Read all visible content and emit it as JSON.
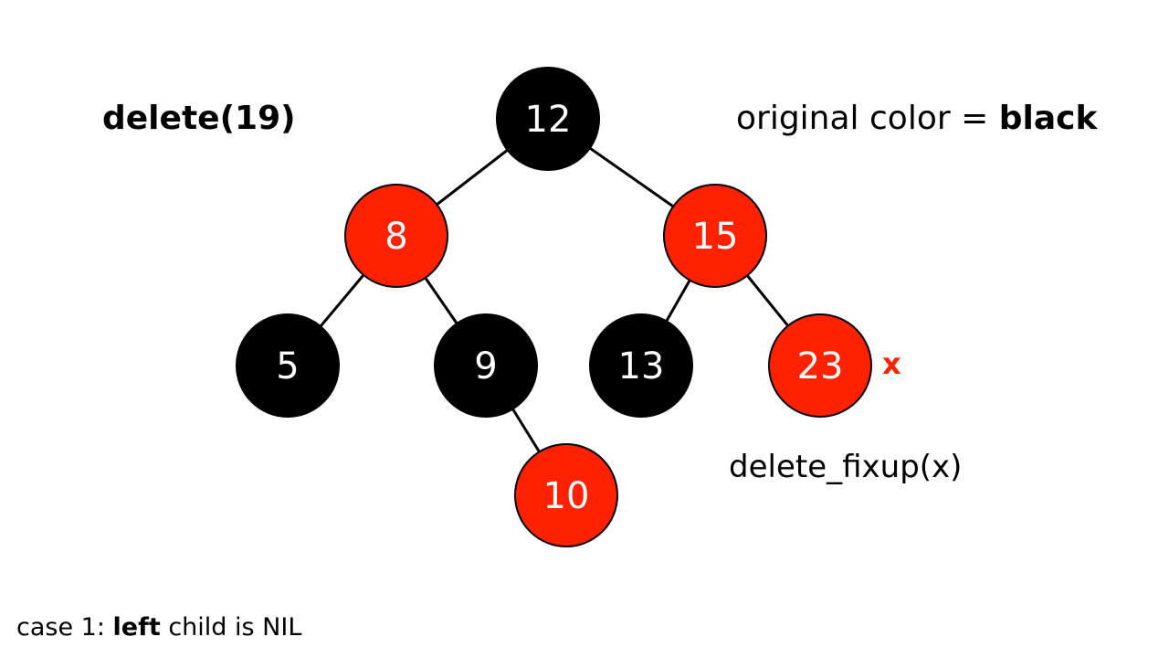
{
  "operation": "delete(19)",
  "original_color": {
    "prefix": "original color = ",
    "value": "black"
  },
  "fixup_call": "delete_fixup(x)",
  "x_marker": "x",
  "case_text": {
    "prefix": "case 1: ",
    "bold": "left",
    "suffix": " child is NIL"
  },
  "colors": {
    "red": "#ff2200",
    "black": "#000000",
    "edge": "#000000",
    "node_text": "#ffffff",
    "marker": "#ff2200"
  },
  "tree": {
    "nodes": [
      {
        "id": "n12",
        "label": "12",
        "color": "black"
      },
      {
        "id": "n8",
        "label": "8",
        "color": "red"
      },
      {
        "id": "n15",
        "label": "15",
        "color": "red"
      },
      {
        "id": "n5",
        "label": "5",
        "color": "black"
      },
      {
        "id": "n9",
        "label": "9",
        "color": "black"
      },
      {
        "id": "n13",
        "label": "13",
        "color": "black"
      },
      {
        "id": "n23",
        "label": "23",
        "color": "red"
      },
      {
        "id": "n10",
        "label": "10",
        "color": "red"
      }
    ],
    "edges": [
      [
        "n12",
        "n8"
      ],
      [
        "n12",
        "n15"
      ],
      [
        "n8",
        "n5"
      ],
      [
        "n8",
        "n9"
      ],
      [
        "n15",
        "n13"
      ],
      [
        "n15",
        "n23"
      ],
      [
        "n9",
        "n10"
      ]
    ]
  }
}
